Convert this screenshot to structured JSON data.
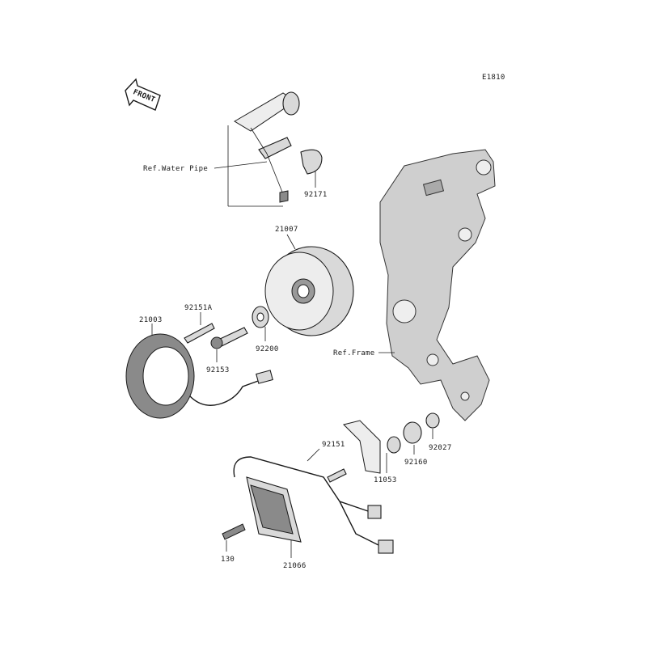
{
  "diagram_id": "E1810",
  "front_badge": "FRONT",
  "labels": {
    "ref_water_pipe": "Ref.Water Pipe",
    "ref_frame": "Ref.Frame",
    "p92171": "92171",
    "p21007": "21007",
    "p92151A": "92151A",
    "p21003": "21003",
    "p92200": "92200",
    "p92153": "92153",
    "p92151": "92151",
    "p92027": "92027",
    "p92160": "92160",
    "p11053": "11053",
    "p130": "130",
    "p21066": "21066"
  }
}
